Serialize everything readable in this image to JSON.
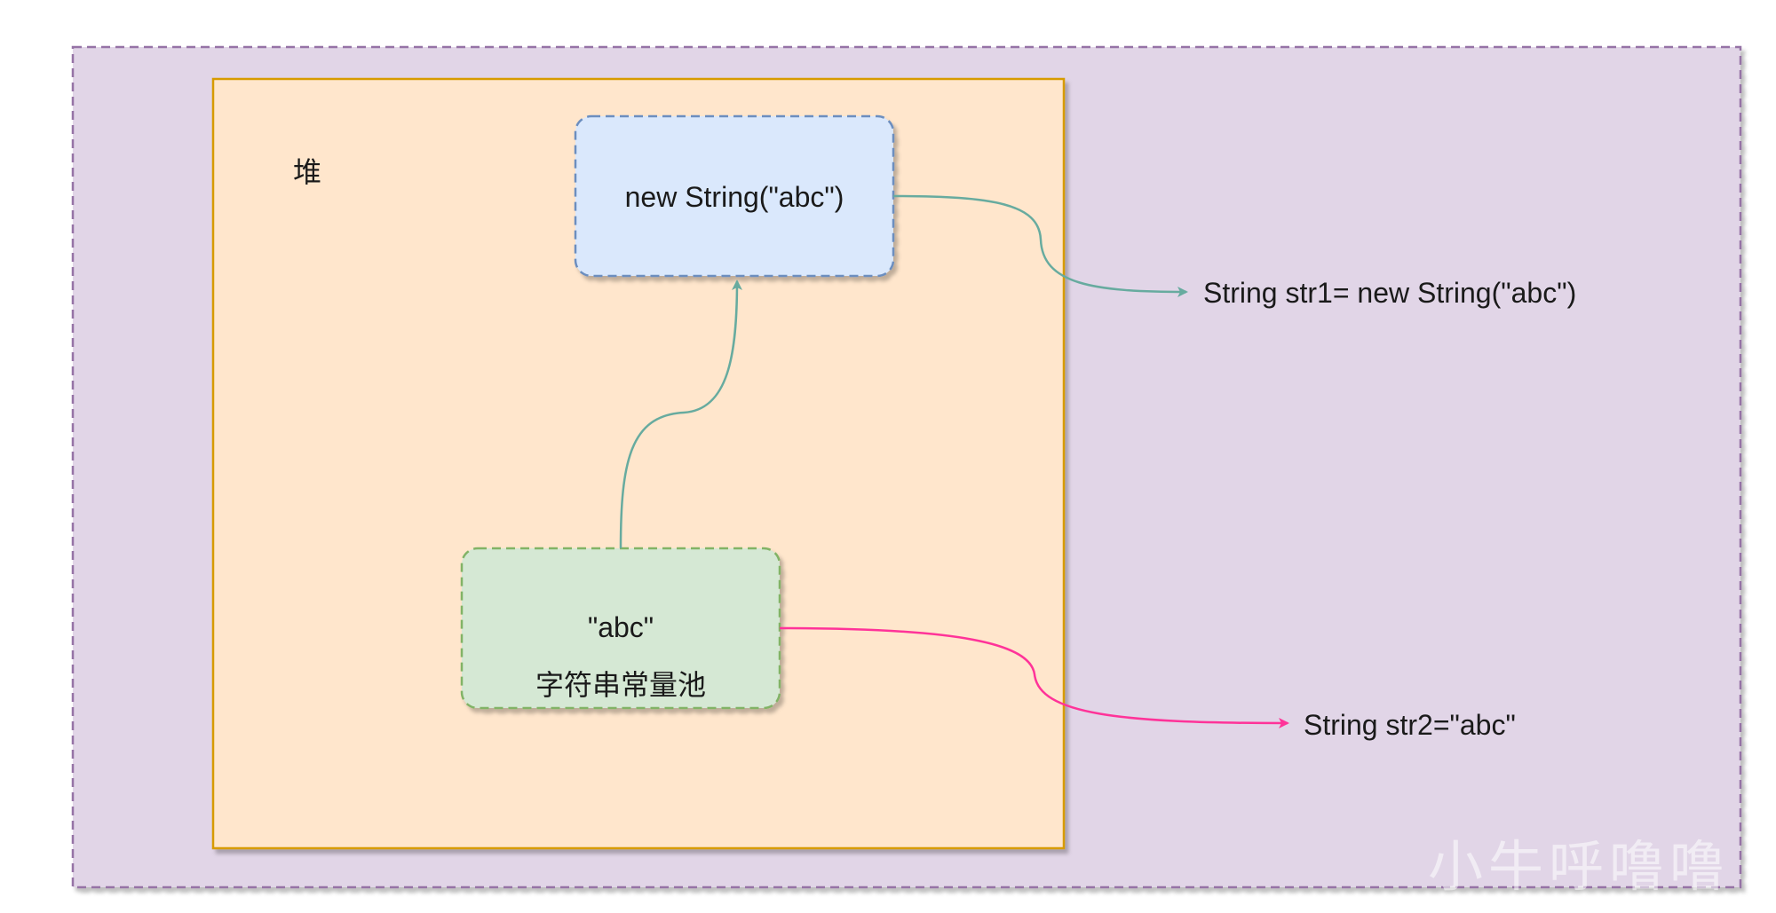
{
  "heap": {
    "label": "堆"
  },
  "new_string_box": {
    "label": "new String(\"abc\")"
  },
  "pool_box": {
    "value_label": "\"abc\"",
    "pool_label": "字符串常量池"
  },
  "str1_label": "String str1= new String(\"abc\")",
  "str2_label": "String str2=\"abc\"",
  "watermark": "小牛呼噜噜",
  "colors": {
    "outer_fill": "#e1d5e7",
    "outer_stroke": "#9673a6",
    "heap_fill": "#ffe6cc",
    "heap_stroke": "#d79b00",
    "blue_fill": "#dae8fc",
    "blue_stroke": "#6c8ebf",
    "green_fill": "#d5e8d4",
    "green_stroke": "#82b366",
    "teal_arrow": "#67ab9f",
    "pink_arrow": "#ff3399"
  }
}
